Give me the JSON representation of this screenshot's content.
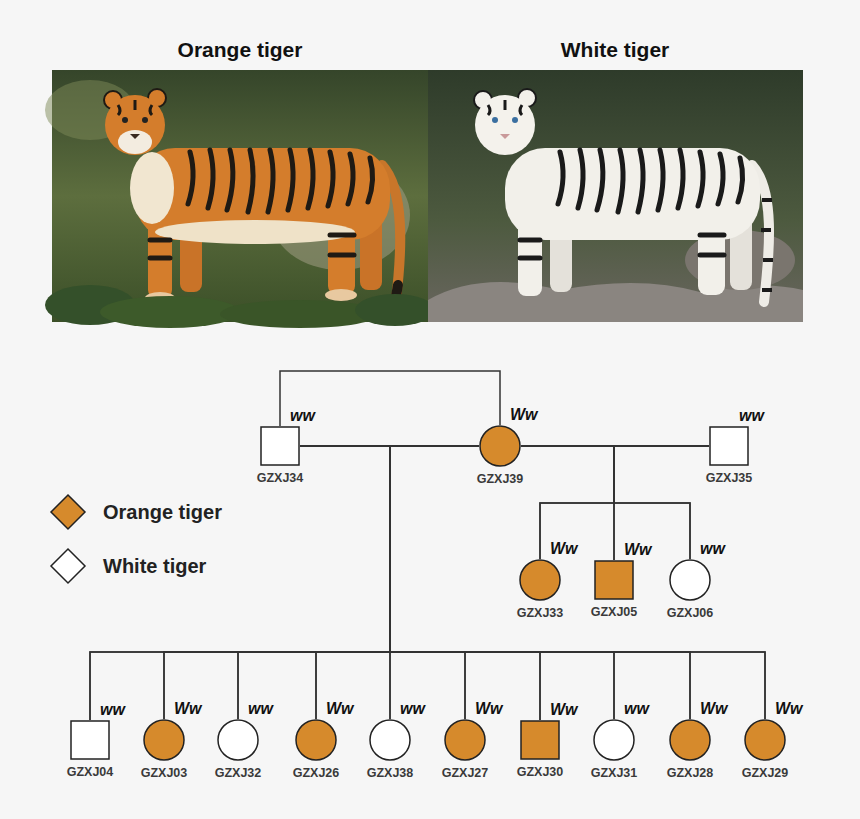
{
  "diagram": {
    "nodes": [
      {
        "text": [
          "ww",
          "GZXJ34"
        ]
      },
      {
        "text": [
          "Ww",
          "GZXJ39"
        ]
      },
      {
        "text": [
          "ww",
          "GZXJ35"
        ]
      },
      {
        "text": [
          "Ww",
          "GZXJ33"
        ]
      },
      {
        "text": [
          "Ww",
          "GZXJ05"
        ]
      },
      {
        "text": [
          "ww",
          "GZXJ06"
        ]
      },
      {
        "text": [
          "ww",
          "GZXJ04"
        ]
      },
      {
        "text": [
          "Ww",
          "GZXJ03"
        ]
      },
      {
        "text": [
          "ww",
          "GZXJ32"
        ]
      },
      {
        "text": [
          "Ww",
          "GZXJ26"
        ]
      },
      {
        "text": [
          "ww",
          "GZXJ38"
        ]
      },
      {
        "text": [
          "Ww",
          "GZXJ27"
        ]
      },
      {
        "text": [
          "Ww",
          "GZXJ30"
        ]
      },
      {
        "text": [
          "ww",
          "GZXJ31"
        ]
      },
      {
        "text": [
          "Ww",
          "GZXJ28"
        ]
      },
      {
        "text": [
          "Ww",
          "GZXJ29"
        ]
      }
    ],
    "edges": [
      {
        "from": 0,
        "to": 1,
        "arrow": "none"
      },
      {
        "from": 0,
        "to": 1,
        "arrow": "none"
      },
      {
        "from": 1,
        "to": 2,
        "arrow": "none"
      },
      {
        "from": 1,
        "to": 3,
        "arrow": "none"
      },
      {
        "from": 1,
        "to": 4,
        "arrow": "none"
      },
      {
        "from": 1,
        "to": 5,
        "arrow": "none"
      },
      {
        "from": 2,
        "to": 3,
        "arrow": "none"
      },
      {
        "from": 2,
        "to": 4,
        "arrow": "none"
      },
      {
        "from": 2,
        "to": 5,
        "arrow": "none"
      },
      {
        "from": 0,
        "to": 6,
        "arrow": "none"
      },
      {
        "from": 0,
        "to": 7,
        "arrow": "none"
      },
      {
        "from": 0,
        "to": 8,
        "arrow": "none"
      },
      {
        "from": 0,
        "to": 9,
        "arrow": "none"
      },
      {
        "from": 0,
        "to": 10,
        "arrow": "none"
      },
      {
        "from": 0,
        "to": 11,
        "arrow": "none"
      },
      {
        "from": 0,
        "to": 12,
        "arrow": "none"
      },
      {
        "from": 0,
        "to": 13,
        "arrow": "none"
      },
      {
        "from": 0,
        "to": 14,
        "arrow": "none"
      },
      {
        "from": 0,
        "to": 15,
        "arrow": "none"
      },
      {
        "from": 1,
        "to": 6,
        "arrow": "none"
      },
      {
        "from": 1,
        "to": 7,
        "arrow": "none"
      },
      {
        "from": 1,
        "to": 8,
        "arrow": "none"
      },
      {
        "from": 1,
        "to": 9,
        "arrow": "none"
      },
      {
        "from": 1,
        "to": 10,
        "arrow": "none"
      },
      {
        "from": 1,
        "to": 11,
        "arrow": "none"
      },
      {
        "from": 1,
        "to": 12,
        "arrow": "none"
      },
      {
        "from": 1,
        "to": 13,
        "arrow": "none"
      },
      {
        "from": 1,
        "to": 14,
        "arrow": "none"
      },
      {
        "from": 1,
        "to": 15,
        "arrow": "none"
      }
    ],
    "labels": [
      "Orange tiger",
      "White tiger"
    ],
    "legend": [
      {
        "text": "Orange tiger",
        "color": "#d68a2c"
      },
      {
        "text": "White tiger",
        "color": "#ffffff"
      }
    ]
  }
}
